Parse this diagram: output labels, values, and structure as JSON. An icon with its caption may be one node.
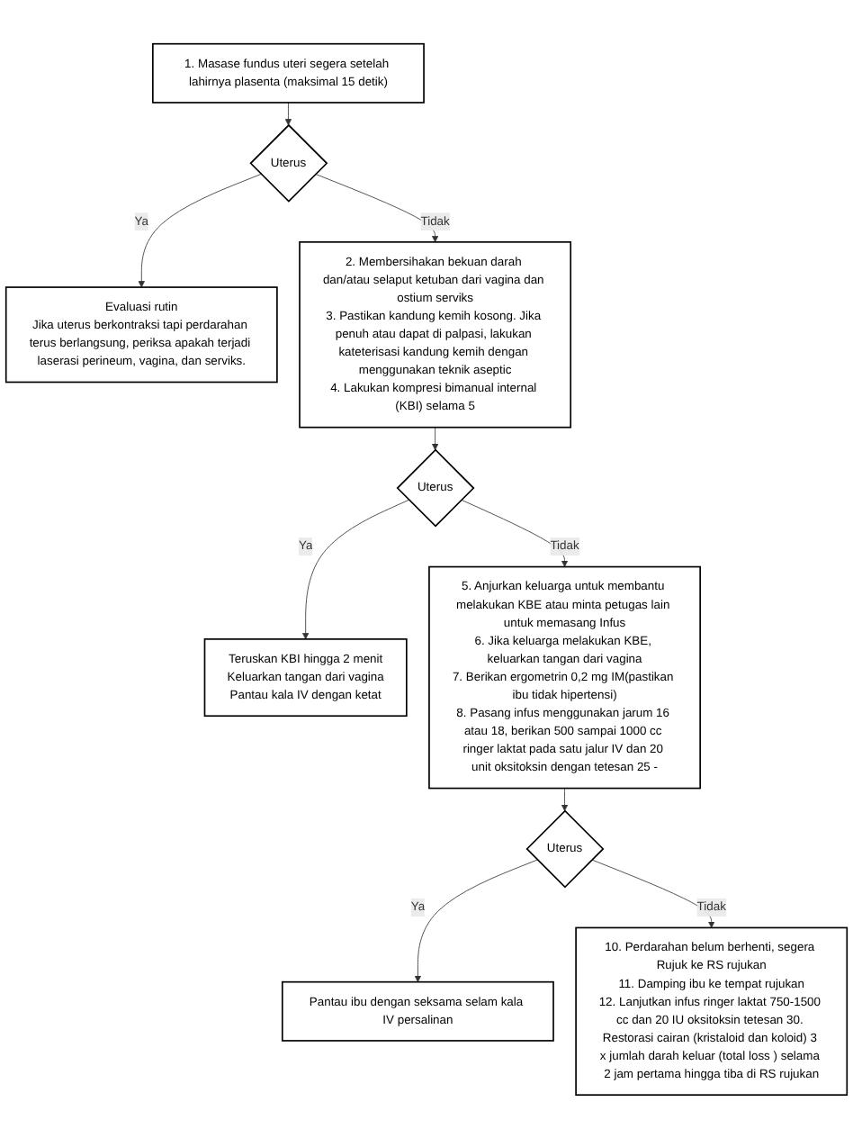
{
  "diagram": {
    "nodes": [
      {
        "text": [
          "1. Masase fundus uteri segera setelah lahirnya plasenta (maksimal 15 detik)"
        ]
      },
      {
        "text": [
          "Uterus"
        ]
      },
      {
        "text": [
          "Evaluasi rutin",
          "Jika uterus berkontraksi tapi perdarahan terus berlangsung, periksa apakah terjadi laserasi perineum, vagina, dan serviks."
        ]
      },
      {
        "text": [
          "2. Membersihakan bekuan darah dan/atau selaput ketuban dari vagina dan ostium serviks",
          "3. Pastikan kandung kemih kosong. Jika penuh atau dapat di palpasi, lakukan kateterisasi kandung kemih dengan menggunakan teknik aseptic",
          "4. Lakukan kompresi bimanual internal (KBI) selama 5"
        ]
      },
      {
        "text": [
          "Uterus"
        ]
      },
      {
        "text": [
          "Teruskan KBI hingga 2 menit",
          "Keluarkan tangan dari vagina",
          "Pantau kala IV dengan ketat"
        ]
      },
      {
        "text": [
          "5. Anjurkan keluarga untuk membantu melakukan KBE atau minta petugas lain untuk memasang Infus",
          "6. Jika keluarga melakukan KBE, keluarkan tangan dari vagina",
          "7. Berikan ergometrin 0,2 mg IM(pastikan ibu tidak hipertensi)",
          "8. Pasang infus menggunakan jarum 16 atau 18, berikan 500 sampai 1000 cc ringer laktat pada satu jalur IV dan 20 unit oksitoksin dengan tetesan 25 -"
        ]
      },
      {
        "text": [
          "Uterus"
        ]
      },
      {
        "text": [
          "Pantau ibu dengan seksama selam kala IV persalinan"
        ]
      },
      {
        "text": [
          "10. Perdarahan belum berhenti, segera Rujuk ke RS rujukan",
          "11. Damping ibu ke tempat rujukan",
          "12. Lanjutkan infus ringer laktat 750-1500 cc dan 20 IU oksitoksin tetesan 30. Restorasi cairan (kristaloid dan koloid) 3 x jumlah darah keluar (total loss ) selama 2 jam pertama hingga tiba di RS rujukan"
        ]
      }
    ],
    "edges": [
      {
        "from": 0,
        "to": 1,
        "arrow": "to"
      },
      {
        "from": 1,
        "to": 2,
        "arrow": "to",
        "label": "Ya"
      },
      {
        "from": 1,
        "to": 3,
        "arrow": "to",
        "label": "Tidak"
      },
      {
        "from": 3,
        "to": 4,
        "arrow": "to"
      },
      {
        "from": 4,
        "to": 5,
        "arrow": "to",
        "label": "Ya"
      },
      {
        "from": 4,
        "to": 6,
        "arrow": "to",
        "label": "Tidak"
      },
      {
        "from": 6,
        "to": 7,
        "arrow": "to"
      },
      {
        "from": 7,
        "to": 8,
        "arrow": "to",
        "label": "Ya"
      },
      {
        "from": 7,
        "to": 9,
        "arrow": "to",
        "label": "Tidak"
      }
    ]
  }
}
